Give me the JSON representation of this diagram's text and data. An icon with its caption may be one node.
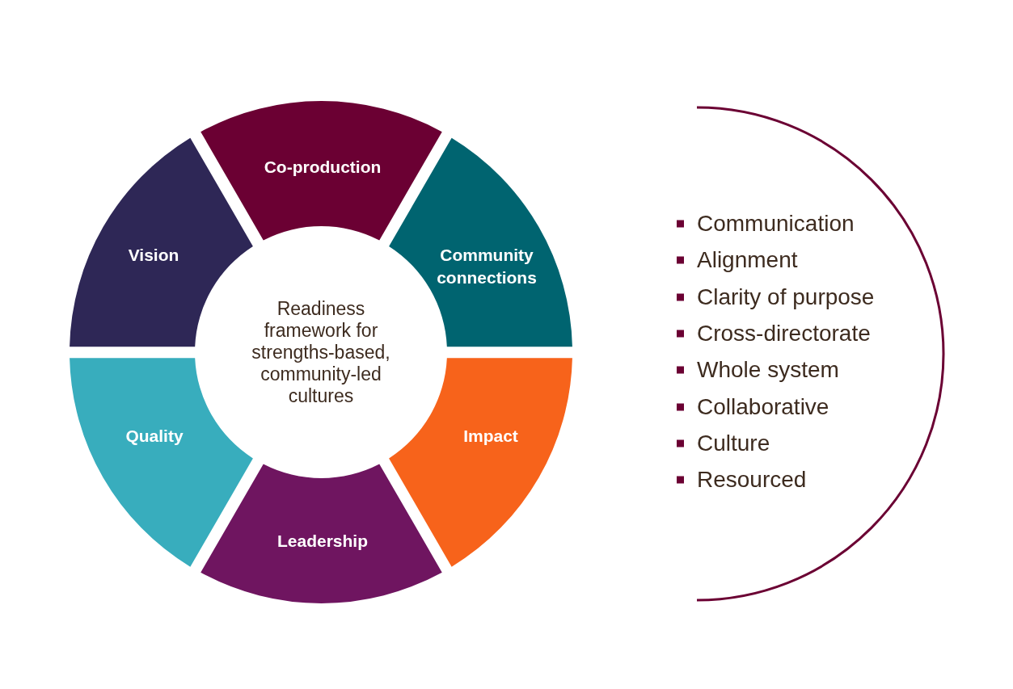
{
  "diagram": {
    "nodes": [
      {
        "text": [
          "Co-production"
        ]
      },
      {
        "text": [
          "Vision"
        ]
      },
      {
        "text": [
          "Community connections"
        ]
      },
      {
        "text": [
          "Readiness framework for strengths-based, community-led cultures"
        ]
      },
      {
        "text": [
          "Quality"
        ]
      },
      {
        "text": [
          "Impact"
        ]
      },
      {
        "text": [
          "Leadership"
        ]
      }
    ],
    "edges": [],
    "labels": [
      "Communication",
      "Alignment",
      "Clarity of purpose",
      "Cross-directorate",
      "Whole system",
      "Collaborative",
      "Culture",
      "Resourced"
    ]
  }
}
